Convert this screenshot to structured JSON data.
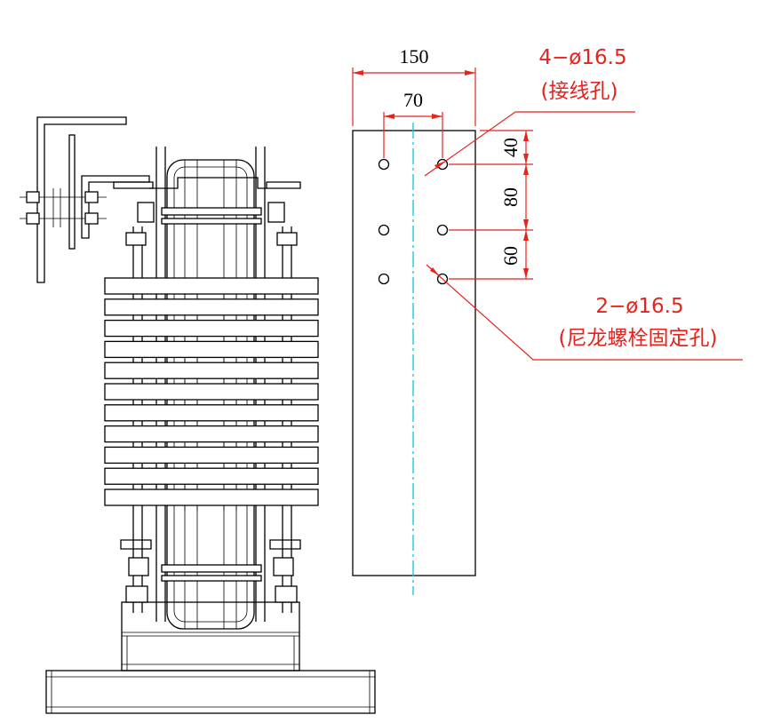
{
  "dimensions": {
    "overall_width": "150",
    "inner_width": "70",
    "v1": "40",
    "v2": "80",
    "v3": "60"
  },
  "callouts": {
    "terminal_holes_spec": "4−ø16.5",
    "terminal_holes_name": "(接线孔)",
    "fixing_holes_spec": "2−ø16.5",
    "fixing_holes_name": "(尼龙螺栓固定孔)"
  },
  "colors": {
    "outline": "#000000",
    "dimension": "#e8231e",
    "centerline": "#1fc8e0"
  }
}
